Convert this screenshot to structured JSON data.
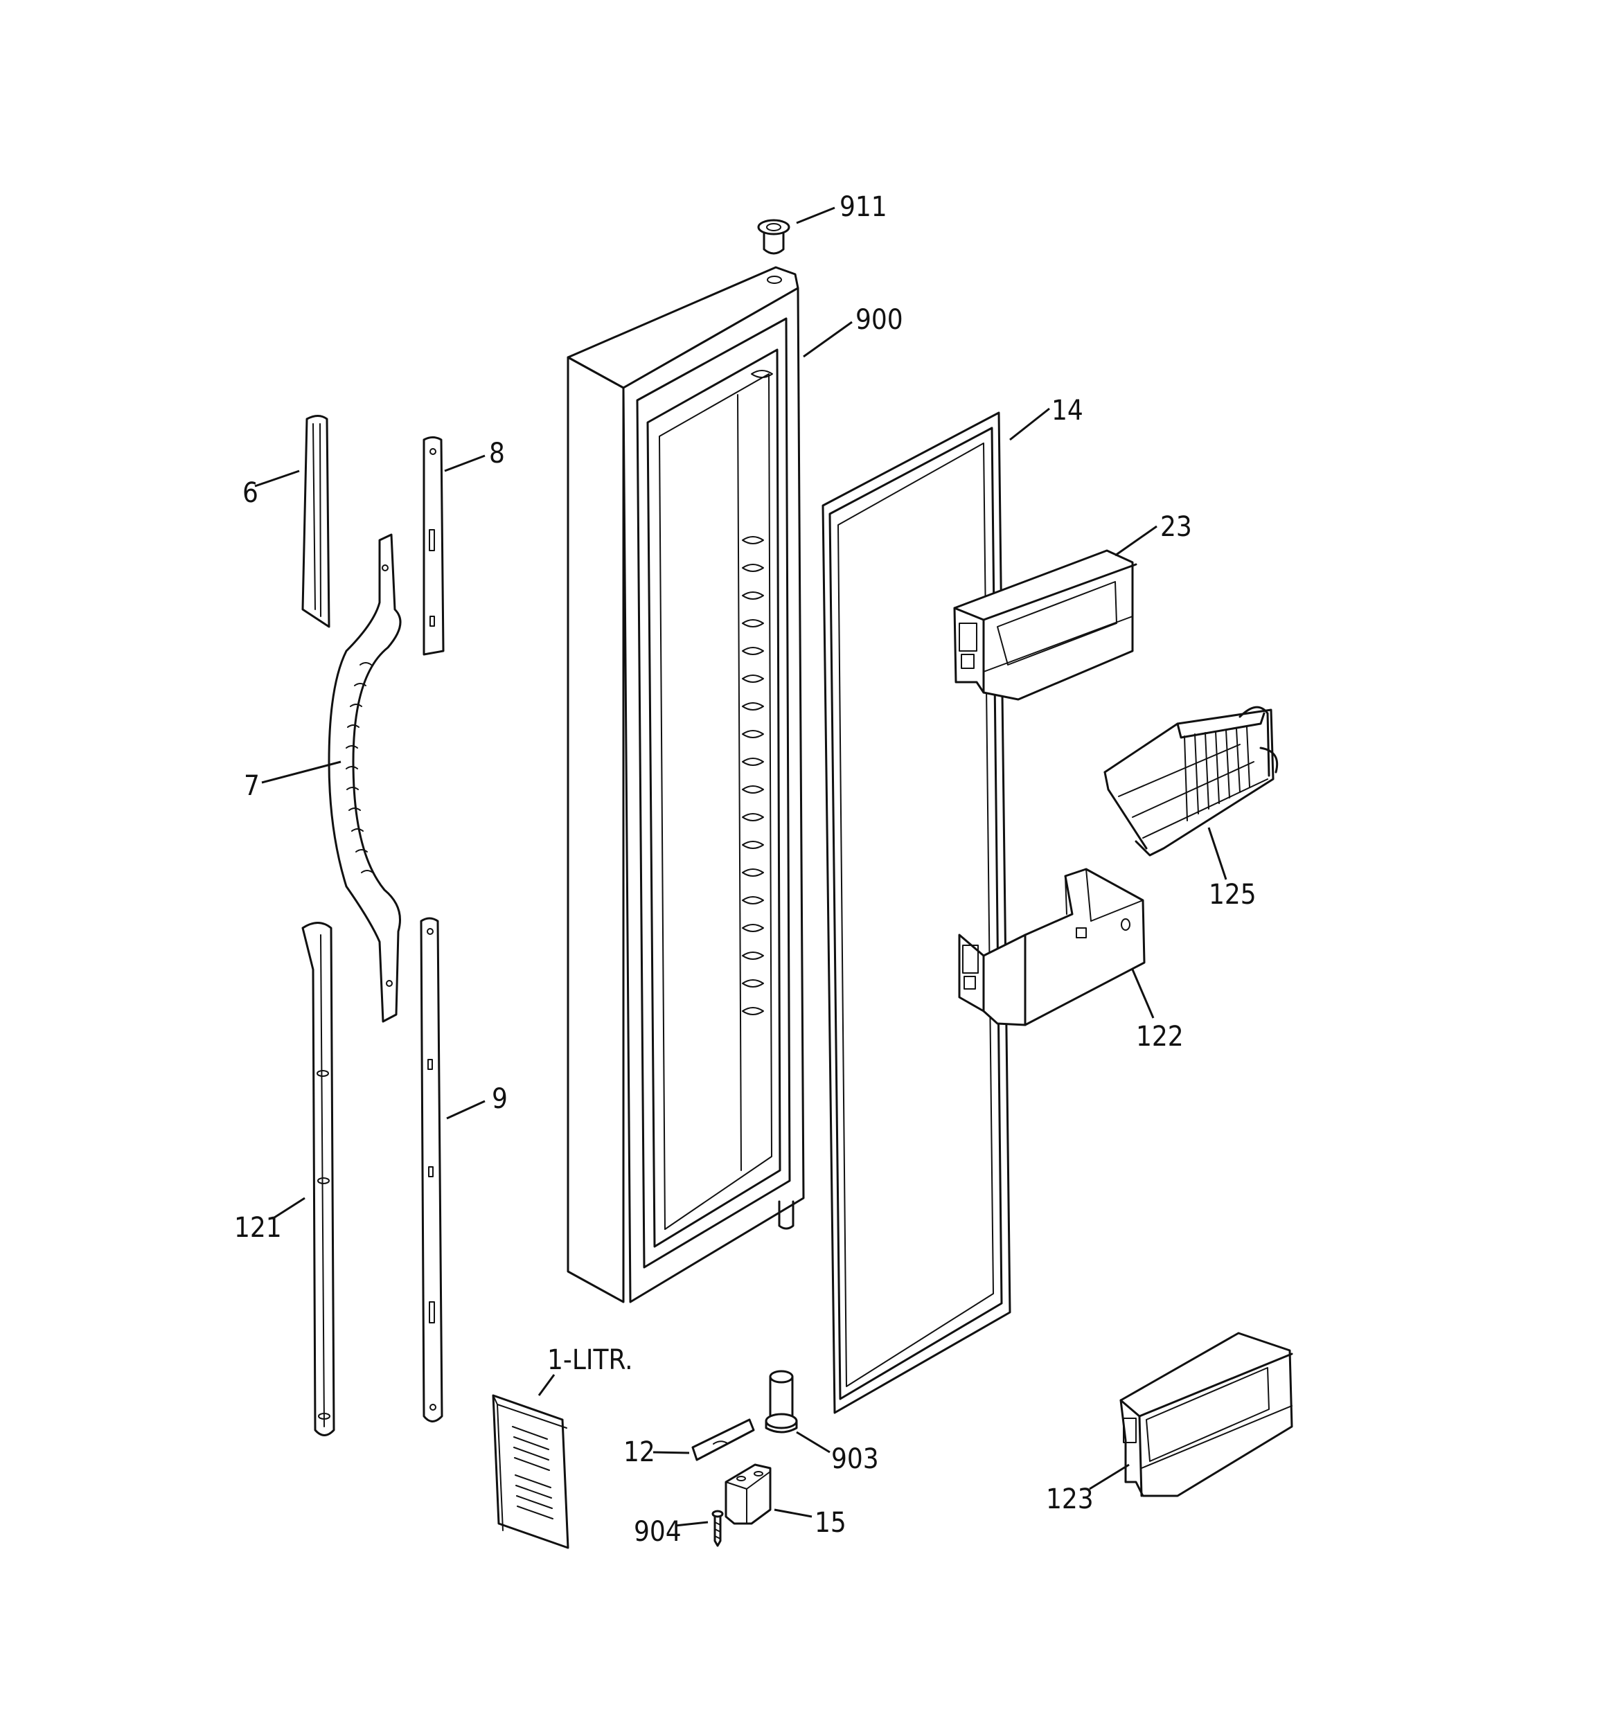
{
  "diagram": {
    "labels": {
      "p911": "911",
      "p900": "900",
      "p14": "14",
      "p8": "8",
      "p6": "6",
      "p23": "23",
      "p7": "7",
      "p125": "125",
      "p122": "122",
      "p9": "9",
      "p121": "121",
      "p1litr": "1-LITR.",
      "p12": "12",
      "p903": "903",
      "p904": "904",
      "p15": "15",
      "p123": "123"
    }
  }
}
